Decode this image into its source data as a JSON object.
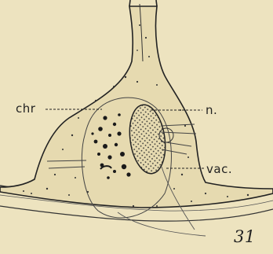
{
  "labels": {
    "chr": "chr",
    "n": "n.",
    "vac": "vac.",
    "figure_number": "31"
  },
  "colors": {
    "background": "#ede3bf",
    "ink": "#222222",
    "cell_fill": "#e4d9b2"
  }
}
